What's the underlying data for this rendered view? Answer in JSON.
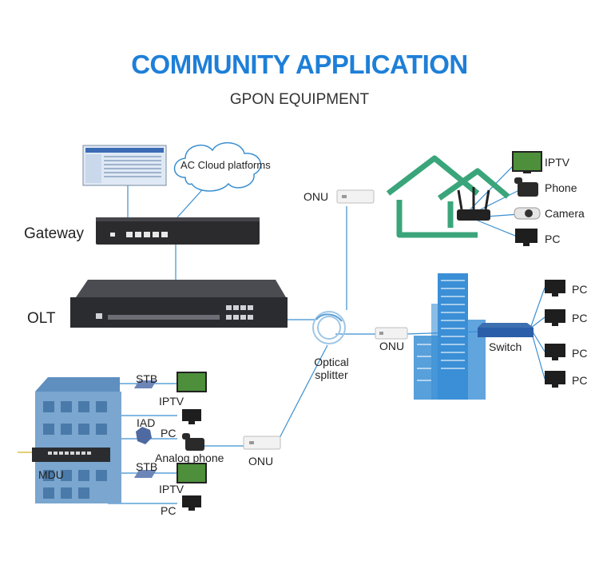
{
  "header": {
    "title": "COMMUNITY APPLICATION",
    "subtitle": "GPON EQUIPMENT"
  },
  "devices": {
    "cloud": "AC Cloud platforms",
    "gateway": "Gateway",
    "olt": "OLT",
    "splitter_line1": "Optical",
    "splitter_line2": "splitter",
    "onu_home": "ONU",
    "onu_building": "ONU",
    "onu_mdu": "ONU",
    "switch": "Switch",
    "mdu": "MDU"
  },
  "home_terminals": [
    "IPTV",
    "Phone",
    "Camera",
    "PC"
  ],
  "building_terminals": [
    "PC",
    "PC",
    "PC",
    "PC"
  ],
  "mdu_terminals": {
    "stb1": "STB",
    "iptv1": "IPTV",
    "iad": "IAD",
    "pc1": "PC",
    "analog_phone": "Analog phone",
    "stb2": "STB",
    "iptv2": "IPTV",
    "pc2": "PC"
  },
  "colors": {
    "accent": "#1e7fd8",
    "link": "#3b8fd0",
    "house": "#3aa57a",
    "device_dark": "#2b2b2e"
  }
}
